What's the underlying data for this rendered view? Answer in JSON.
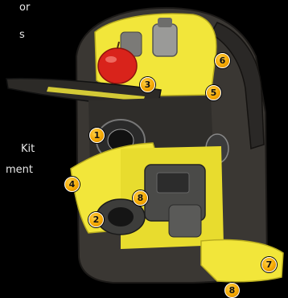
{
  "text_fragments": [
    {
      "id": "frag-1",
      "text": "or"
    },
    {
      "id": "frag-2",
      "text": "s"
    },
    {
      "id": "frag-3",
      "text": "Kit"
    },
    {
      "id": "frag-4",
      "text": "ment"
    }
  ],
  "callouts": [
    "1",
    "2",
    "3",
    "4",
    "5",
    "6",
    "7",
    "8",
    "8"
  ],
  "colors": {
    "background": "#000000",
    "lining": "#f2e63a",
    "shell": "#3a3733",
    "callout_fill": "#f5a800",
    "apple": "#d9231b"
  },
  "illustration": "camera-backpack-cutaway"
}
